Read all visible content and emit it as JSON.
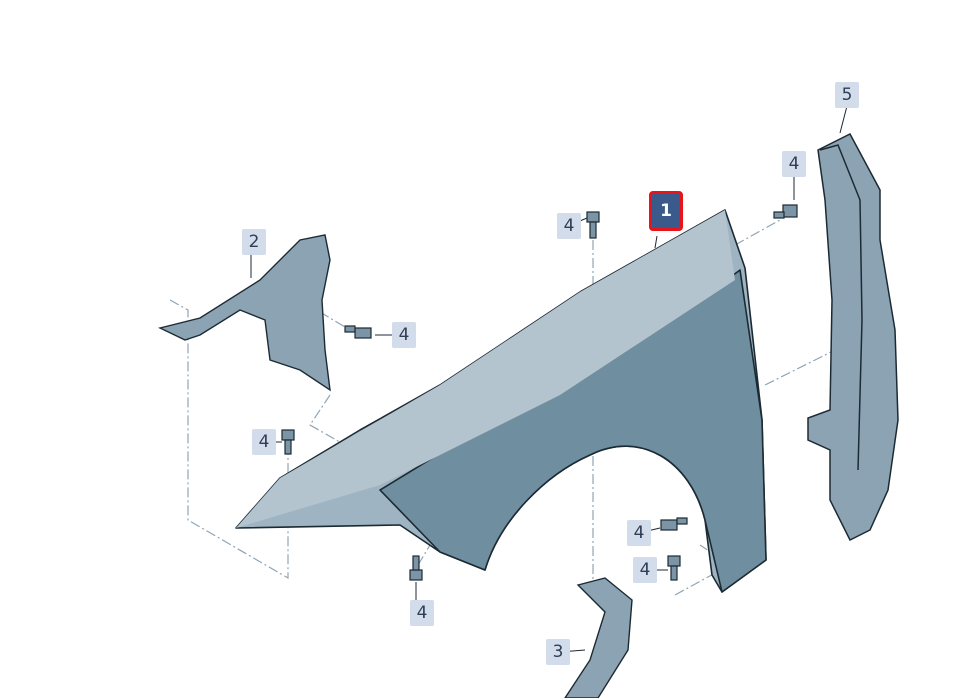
{
  "diagram": {
    "callouts": [
      {
        "label": "1",
        "active": true
      },
      {
        "label": "2"
      },
      {
        "label": "3"
      },
      {
        "label": "4"
      },
      {
        "label": "4"
      },
      {
        "label": "4"
      },
      {
        "label": "4"
      },
      {
        "label": "4"
      },
      {
        "label": "4"
      },
      {
        "label": "4"
      },
      {
        "label": "5"
      }
    ]
  },
  "colors": {
    "callout_bg": "#d3dcea",
    "callout_active_bg": "#3a5a8c",
    "highlight": "#e8141b",
    "part_fill": "#7f9bab",
    "part_outline": "#1c2a33"
  }
}
